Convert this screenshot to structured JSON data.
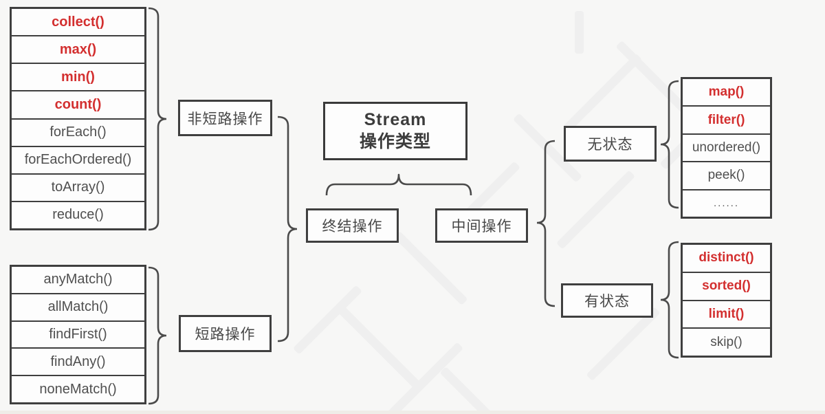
{
  "title": {
    "line1": "Stream",
    "line2": "操作类型"
  },
  "center": {
    "terminal": "终结操作",
    "intermediate": "中间操作"
  },
  "left": {
    "non_short_circuit": "非短路操作",
    "short_circuit": "短路操作",
    "non_short_circuit_ops": [
      {
        "label": "collect()",
        "highlight": true
      },
      {
        "label": "max()",
        "highlight": true
      },
      {
        "label": "min()",
        "highlight": true
      },
      {
        "label": "count()",
        "highlight": true
      },
      {
        "label": "forEach()",
        "highlight": false
      },
      {
        "label": "forEachOrdered()",
        "highlight": false
      },
      {
        "label": "toArray()",
        "highlight": false
      },
      {
        "label": "reduce()",
        "highlight": false
      }
    ],
    "short_circuit_ops": [
      {
        "label": "anyMatch()",
        "highlight": false
      },
      {
        "label": "allMatch()",
        "highlight": false
      },
      {
        "label": "findFirst()",
        "highlight": false
      },
      {
        "label": "findAny()",
        "highlight": false
      },
      {
        "label": "noneMatch()",
        "highlight": false
      }
    ]
  },
  "right": {
    "stateless": "无状态",
    "stateful": "有状态",
    "stateless_ops": [
      {
        "label": "map()",
        "highlight": true
      },
      {
        "label": "filter()",
        "highlight": true
      },
      {
        "label": "unordered()",
        "highlight": false
      },
      {
        "label": "peek()",
        "highlight": false
      },
      {
        "label": "......",
        "highlight": false,
        "dots": true
      }
    ],
    "stateful_ops": [
      {
        "label": "distinct()",
        "highlight": true
      },
      {
        "label": "sorted()",
        "highlight": true
      },
      {
        "label": "limit()",
        "highlight": true
      },
      {
        "label": "skip()",
        "highlight": false
      }
    ]
  },
  "colors": {
    "highlight": "#d32f2f",
    "line": "#4a4a4a",
    "text": "#4f4f4f"
  }
}
